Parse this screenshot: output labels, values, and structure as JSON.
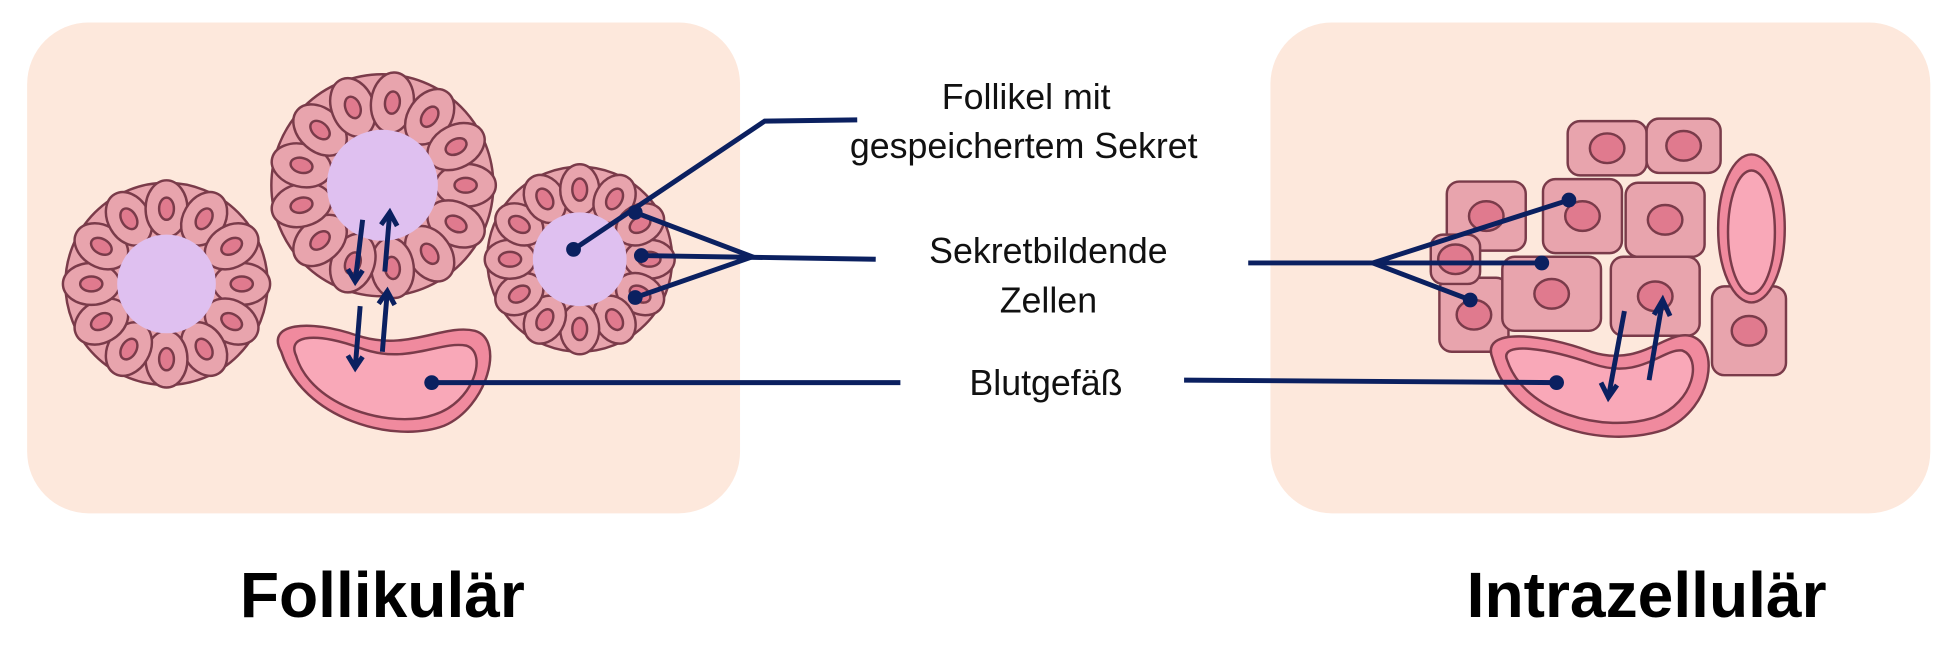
{
  "labels": {
    "follicle_line1": "Follikel mit",
    "follicle_line2": "gespeichertem Sekret",
    "secretory_line1": "Sekretbildende",
    "secretory_line2": "Zellen",
    "blood_vessel": "Blutgefäß"
  },
  "titles": {
    "left": "Follikulär",
    "right": "Intrazellulär"
  },
  "colors": {
    "panel": "#fde8dc",
    "cell": "#e8a4ad",
    "nucleus": "#e07a8e",
    "lumen": "#dfc0f0",
    "vessel": "#f9a8b8",
    "leader_line": "#0b2060"
  }
}
